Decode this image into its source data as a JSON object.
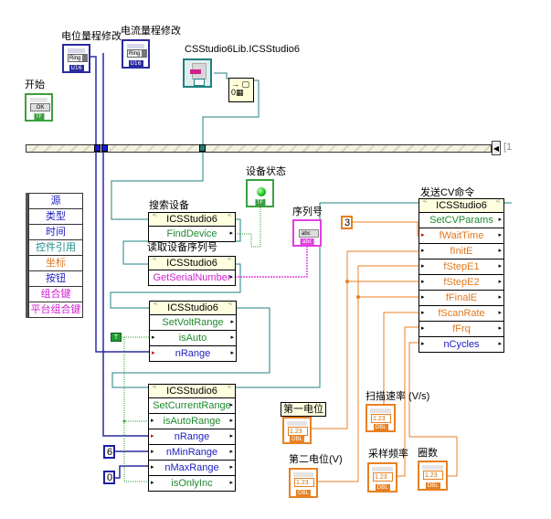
{
  "labels": {
    "start": "开始",
    "voltage_range_change": "电位量程修改",
    "current_range_change": "电流量程修改",
    "lib_class": "CSStudio6Lib.ICSStudio6",
    "device_status": "设备状态",
    "serial_number": "序列号",
    "search_device": "搜索设备",
    "read_serial": "读取设备序列号",
    "send_cv": "发送CV命令",
    "first_potential": "第一电位",
    "second_potential": "第二电位(V)",
    "scan_rate": "扫描速率  (V/s)",
    "sample_freq": "采样频率",
    "cycles": "圈数"
  },
  "controls": {
    "start_button": {
      "text": "OK",
      "type": "TF"
    },
    "voltage_ring": {
      "text": "Ring",
      "type": "U16"
    },
    "current_ring": {
      "text": "Ring",
      "type": "U16"
    },
    "status_led": {
      "type": "TF"
    },
    "serial_indicator": {
      "text": "abc",
      "type": "abc"
    },
    "first_potential": {
      "text": "1.23",
      "type": "DBL"
    },
    "second_potential": {
      "text": "1.23",
      "type": "DBL"
    },
    "scan_rate": {
      "text": "1.23",
      "type": "DBL"
    },
    "sample_freq": {
      "text": "1.23",
      "type": "DBL"
    },
    "cycles": {
      "text": "1.23",
      "type": "DBL"
    }
  },
  "open_node": {
    "arrow": "→",
    "index": "0"
  },
  "sequence": {
    "selector_text": "[1"
  },
  "legend": [
    {
      "label": "源",
      "color": "#2020c0"
    },
    {
      "label": "类型",
      "color": "#2020c0"
    },
    {
      "label": "时间",
      "color": "#2020c0"
    },
    {
      "label": "控件引用",
      "color": "#1e8a8a"
    },
    {
      "label": "坐标",
      "color": "#e07820"
    },
    {
      "label": "按钮",
      "color": "#2020c0"
    },
    {
      "label": "组合键",
      "color": "#d020d0"
    },
    {
      "label": "平台组合键",
      "color": "#d020d0"
    }
  ],
  "nodes": {
    "find_device": {
      "class": "ICSStudio6",
      "rows": [
        "FindDevice"
      ]
    },
    "get_serial": {
      "class": "ICSStudio6",
      "rows": [
        "GetSerialNumber"
      ]
    },
    "set_volt": {
      "class": "ICSStudio6",
      "rows": [
        "SetVoltRange",
        "isAuto",
        "nRange"
      ]
    },
    "set_current": {
      "class": "ICSStudio6",
      "rows": [
        "SetCurrentRange",
        "isAutoRange",
        "nRange",
        "nMinRange",
        "nMaxRange",
        "isOnlyInc"
      ]
    },
    "set_cv": {
      "class": "ICSStudio6",
      "rows": [
        "SetCVParams",
        "fWaitTime",
        "fInitE",
        "fStepE1",
        "fStepE2",
        "fFinalE",
        "fScanRate",
        "fFrq",
        "nCycles"
      ]
    }
  },
  "constants": {
    "wait_time": "3",
    "min_range": "6",
    "max_range": "0",
    "true_const": "T"
  },
  "colors": {
    "wire_blue": "#2a2aa0",
    "wire_teal": "#208080",
    "wire_orange": "#e88020",
    "wire_magenta": "#e040e0",
    "wire_green": "#3aa040",
    "method_green": "#1e8a2e",
    "prop_orange": "#e07820",
    "prop_blue": "#2020c0"
  }
}
